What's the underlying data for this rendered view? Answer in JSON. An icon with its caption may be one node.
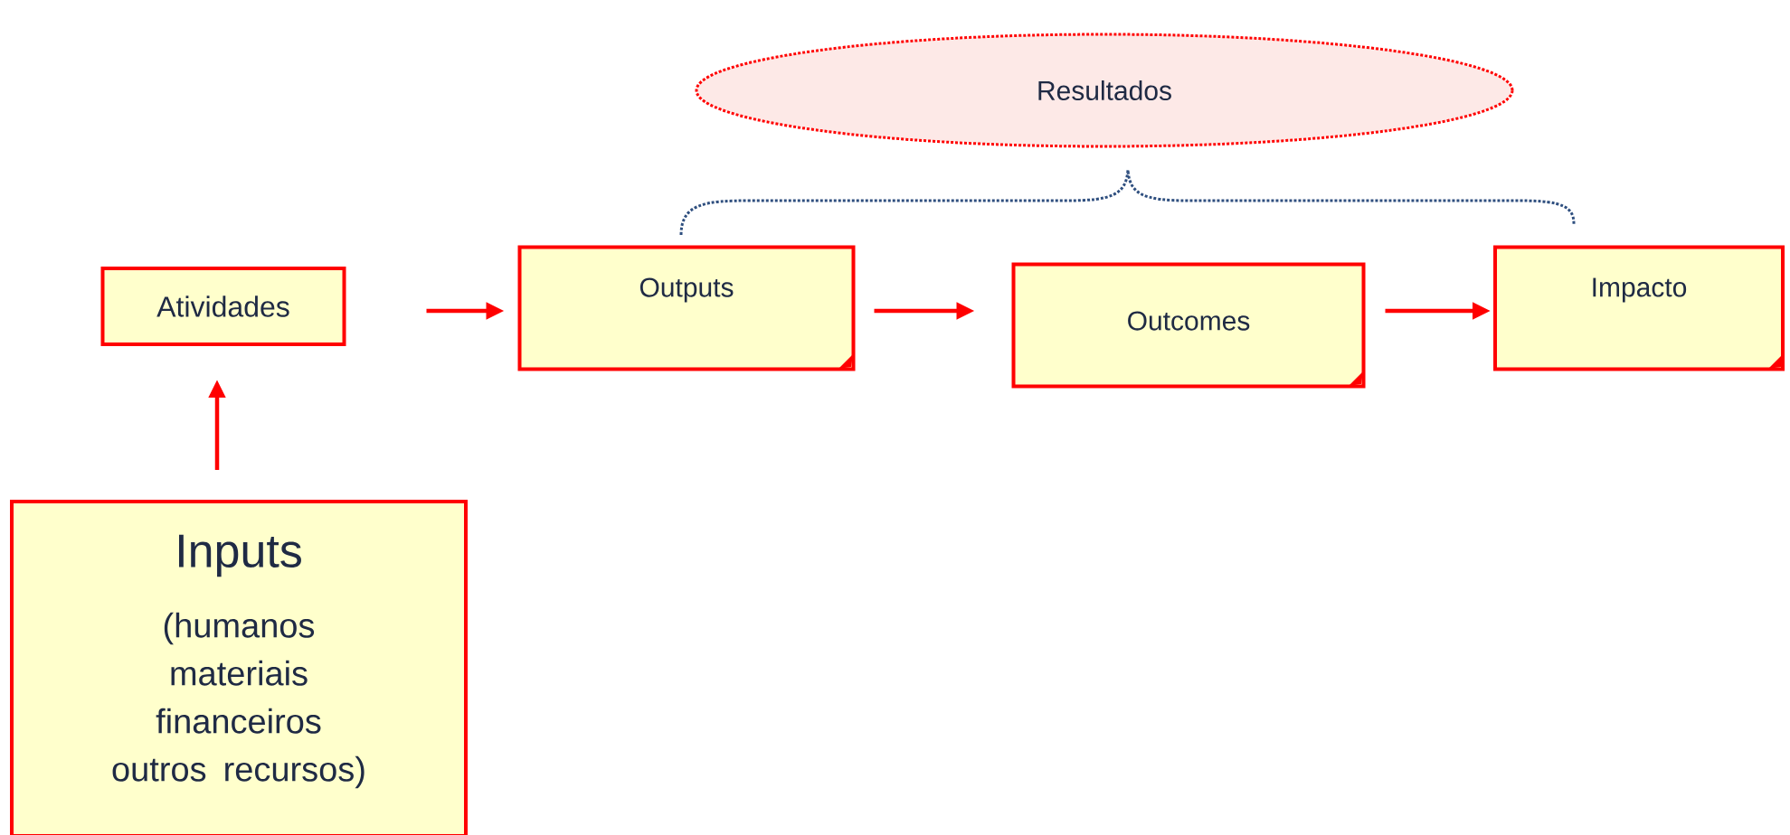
{
  "diagram": {
    "nodes": [
      {
        "text": [
          "Resultados"
        ]
      },
      {
        "text": [
          "Atividades"
        ]
      },
      {
        "text": [
          "Outputs"
        ]
      },
      {
        "text": [
          "Outcomes"
        ]
      },
      {
        "text": [
          "Impacto"
        ]
      },
      {
        "text": [
          "Inputs",
          "(humanos materiais financeiros outros recursos)"
        ]
      }
    ],
    "edges": [
      {
        "from": 5,
        "to": 1,
        "arrow": "to"
      },
      {
        "from": 1,
        "to": 2,
        "arrow": "to"
      },
      {
        "from": 2,
        "to": 3,
        "arrow": "to"
      },
      {
        "from": 3,
        "to": 4,
        "arrow": "to"
      }
    ]
  }
}
